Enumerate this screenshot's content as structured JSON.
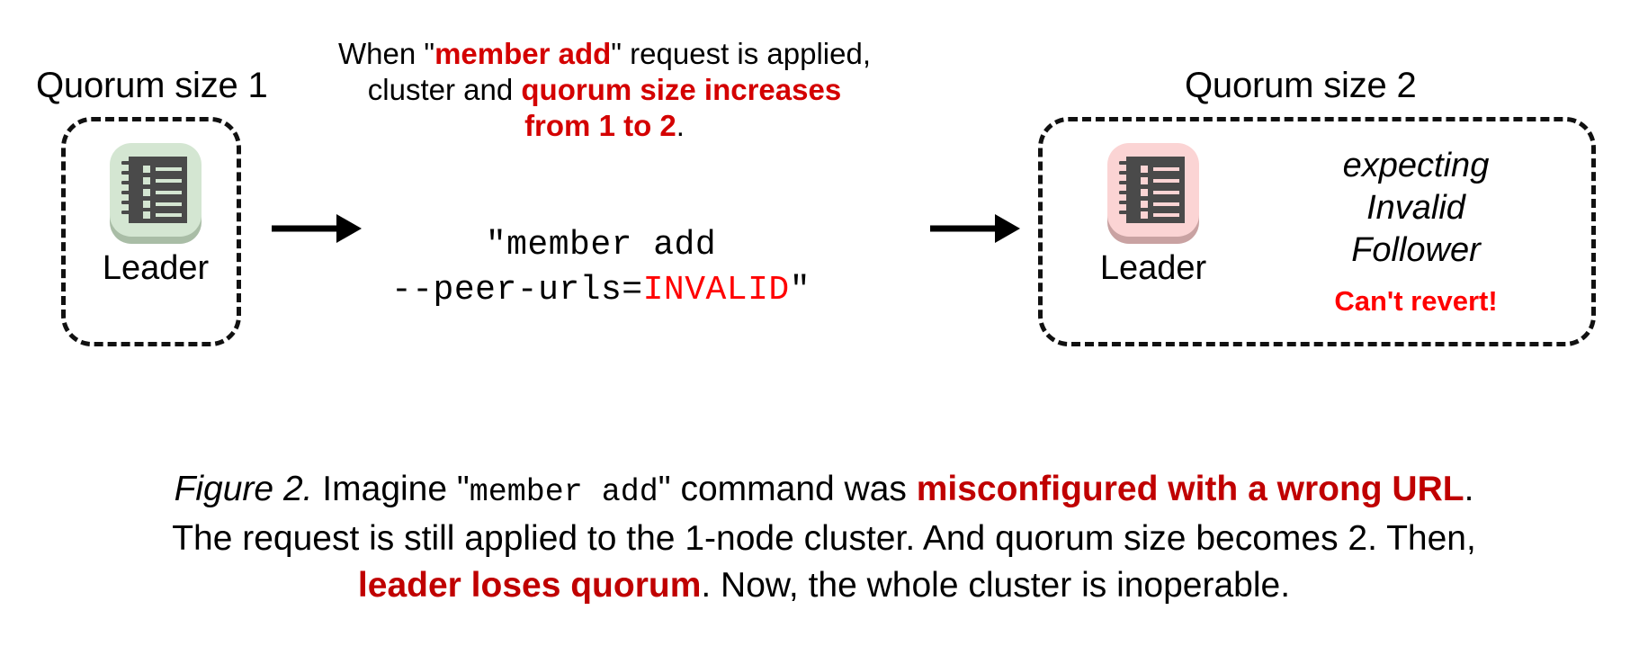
{
  "figure": {
    "left_cluster": {
      "title": "Quorum size 1",
      "node": {
        "label": "Leader",
        "icon": "ledger-icon",
        "tile_color": "#d4e6d2"
      }
    },
    "right_cluster": {
      "title": "Quorum size 2",
      "node": {
        "label": "Leader",
        "icon": "ledger-icon",
        "tile_color": "#fbd4d4"
      },
      "note_lines": [
        "expecting",
        "Invalid",
        "Follower"
      ],
      "warning": "Can't revert!"
    },
    "top_note": {
      "line1_a": "When \"",
      "line1_b": "member add",
      "line1_c": "\" request is applied,",
      "line2_a": "cluster and ",
      "line2_b": "quorum size increases",
      "line3_b": "from 1 to 2",
      "line3_c": "."
    },
    "command": {
      "line1": "\"member add",
      "line2_a": "--peer-urls=",
      "line2_b": "INVALID",
      "line2_c": "\""
    },
    "arrows": {
      "left": "arrow-right-icon",
      "right": "arrow-right-icon"
    },
    "caption": {
      "p1_label": "Figure 2.",
      "p1_a": " Imagine \"",
      "p1_mono": "member add",
      "p1_b": "\" command was ",
      "p1_red": "misconfigured with a wrong URL",
      "p1_c": ".",
      "p2": "The request is still applied to the 1-node cluster. And quorum size becomes 2. Then,",
      "p3_red": "leader loses quorum",
      "p3_c": ". Now, the whole cluster is inoperable."
    },
    "colors": {
      "accent_red": "#d40000",
      "caption_red": "#c00000",
      "pure_red": "#ff0000",
      "text": "#000000",
      "background": "#ffffff"
    }
  }
}
